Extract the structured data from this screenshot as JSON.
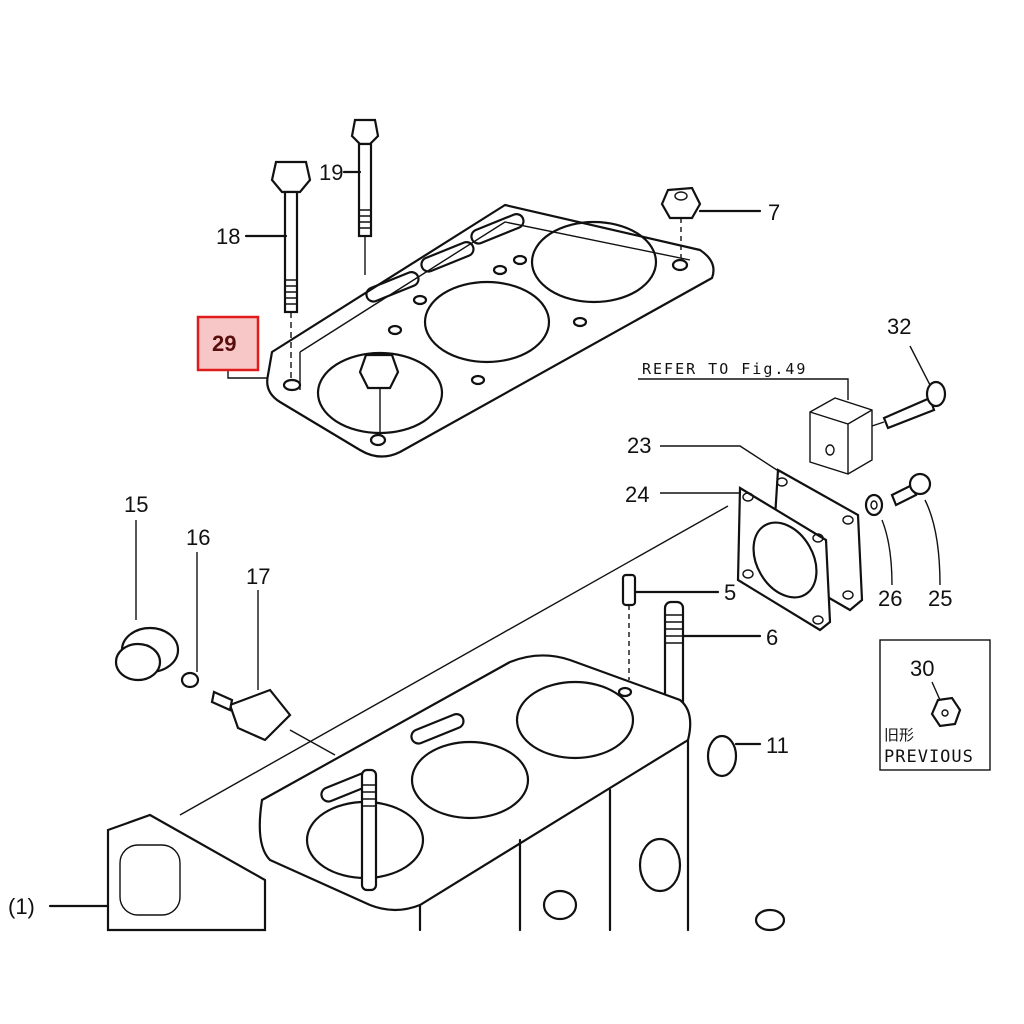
{
  "diagram": {
    "callouts": {
      "c18": "18",
      "c19": "19",
      "c7": "7",
      "c29": "29",
      "c32": "32",
      "c23": "23",
      "c24": "24",
      "c15": "15",
      "c16": "16",
      "c17": "17",
      "c5": "5",
      "c6": "6",
      "c11": "11",
      "c26": "26",
      "c25": "25",
      "c30": "30",
      "c1": "(1)"
    },
    "refer_note": "REFER TO Fig.49",
    "previous_box": {
      "jp_label": "旧形",
      "en_label": "PREVIOUS"
    },
    "highlighted_part": "29",
    "colors": {
      "highlight_fill": "#f7c6c6",
      "highlight_border": "#e01b1b",
      "line": "#111111"
    }
  }
}
